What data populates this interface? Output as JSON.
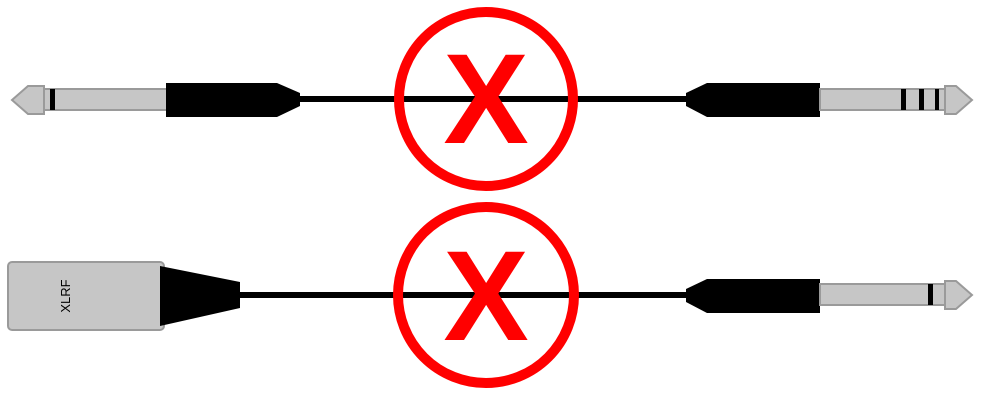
{
  "diagram": {
    "colors": {
      "background": "#ffffff",
      "cable": "#000000",
      "plug_metal": "#c6c6c6",
      "plug_outline": "#9a9a9a",
      "housing": "#000000",
      "prohibit": "#ff0000"
    },
    "rows": [
      {
        "left_connector": {
          "type": "trs-plug",
          "label": ""
        },
        "right_connector": {
          "type": "trs-plug",
          "label": ""
        },
        "status": {
          "icon": "prohibited-icon",
          "mark": "X"
        }
      },
      {
        "left_connector": {
          "type": "xlr-female",
          "label": "XLRF"
        },
        "right_connector": {
          "type": "ts-plug",
          "label": ""
        },
        "status": {
          "icon": "prohibited-icon",
          "mark": "X"
        }
      }
    ]
  }
}
